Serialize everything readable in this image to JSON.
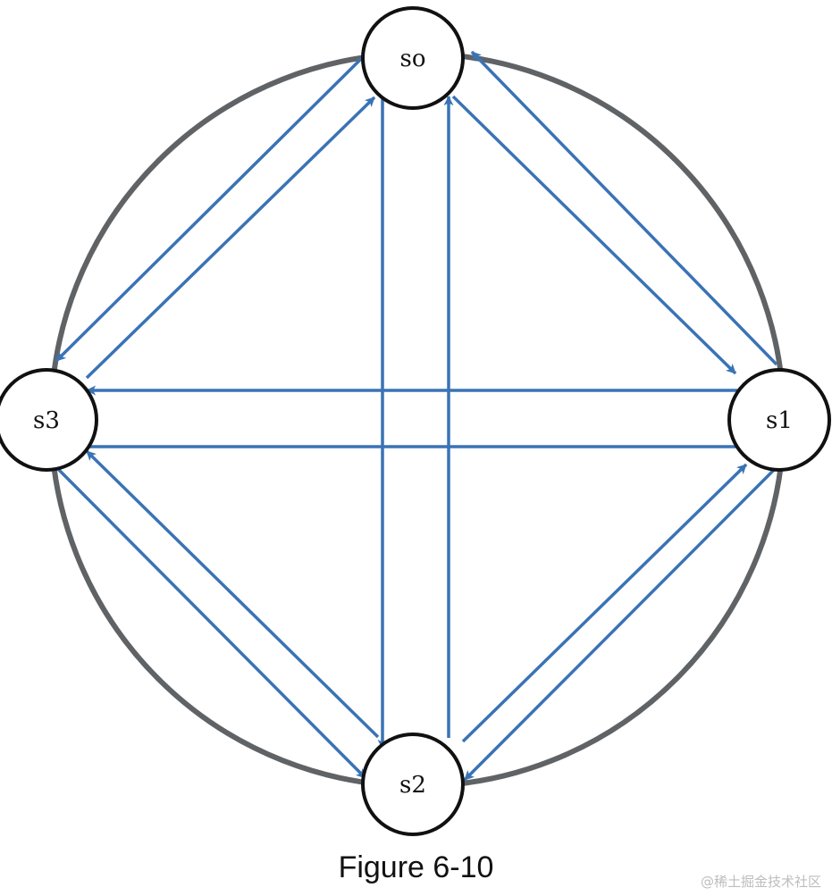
{
  "diagram": {
    "nodes": [
      {
        "id": "s0",
        "label": "so"
      },
      {
        "id": "s1",
        "label": "s1"
      },
      {
        "id": "s2",
        "label": "s2"
      },
      {
        "id": "s3",
        "label": "s3"
      }
    ],
    "edges": [
      {
        "from": "s0",
        "to": "s3"
      },
      {
        "from": "s3",
        "to": "s0"
      },
      {
        "from": "s0",
        "to": "s1"
      },
      {
        "from": "s1",
        "to": "s0"
      },
      {
        "from": "s0",
        "to": "s2"
      },
      {
        "from": "s2",
        "to": "s0"
      },
      {
        "from": "s1",
        "to": "s3"
      },
      {
        "from": "s3",
        "to": "s1"
      },
      {
        "from": "s3",
        "to": "s2"
      },
      {
        "from": "s2",
        "to": "s3"
      },
      {
        "from": "s2",
        "to": "s1"
      },
      {
        "from": "s1",
        "to": "s2"
      }
    ],
    "colors": {
      "edge": "#3a73b5",
      "ring": "#606366",
      "node_stroke": "#111111",
      "node_fill": "#ffffff"
    }
  },
  "caption": "Figure 6-10",
  "watermark": "@稀土掘金技术社区"
}
